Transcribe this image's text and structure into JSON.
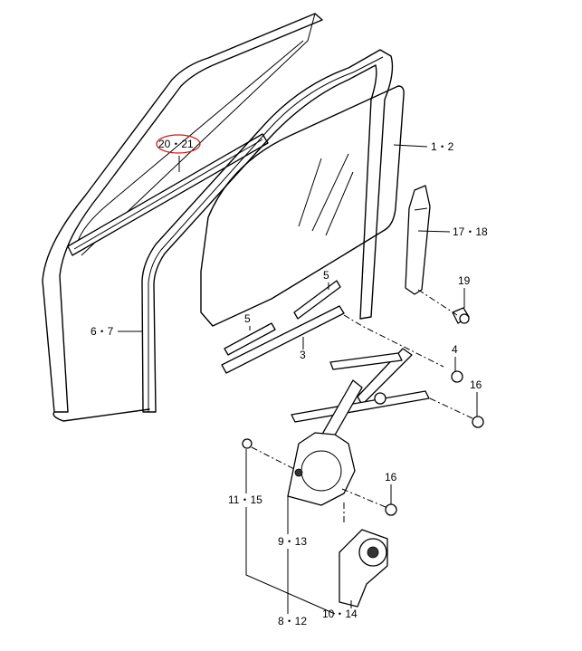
{
  "callouts": {
    "door_glass": "1・2",
    "stabilizer": "3",
    "bolt": "4",
    "run_channel_bracket": "5",
    "run_channel": "6・7",
    "motor_connector": "8・12",
    "regulator": "9・13",
    "motor": "10・14",
    "bolt_motor": "11・15",
    "nut": "16",
    "rear_guide": "17・18",
    "bolt_guide": "19",
    "outer_weatherstrip": "20・21"
  },
  "highlight_color": "#d01818"
}
